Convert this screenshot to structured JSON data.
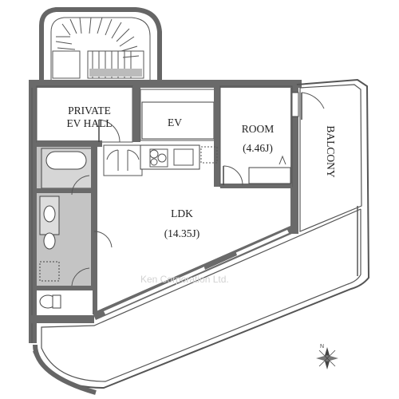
{
  "rooms": {
    "private_ev_hall": {
      "line1": "PRIVATE",
      "line2": "EV HALL"
    },
    "ev": {
      "label": "EV"
    },
    "room": {
      "label": "ROOM",
      "size": "(4.46J)"
    },
    "ldk": {
      "label": "LDK",
      "size": "(14.35J)"
    },
    "balcony": {
      "label": "BALCONY"
    }
  },
  "watermark": {
    "text": "Ken Corporation Ltd."
  },
  "compass": {
    "icon": "north-compass-icon",
    "direction": "N"
  }
}
